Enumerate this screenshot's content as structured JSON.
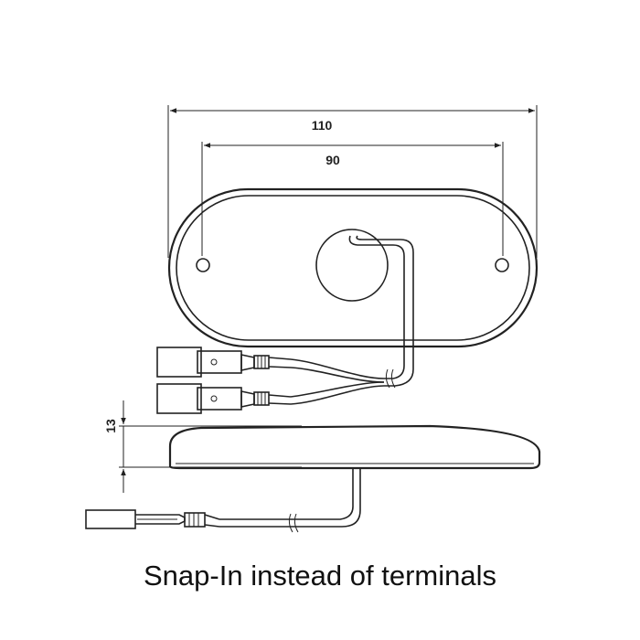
{
  "diagram": {
    "dimensions": {
      "overall_width": "110",
      "hole_spacing": "90",
      "height": "13"
    },
    "caption": "Snap-In instead of terminals",
    "colors": {
      "line": "#222222",
      "background": "#ffffff"
    }
  }
}
